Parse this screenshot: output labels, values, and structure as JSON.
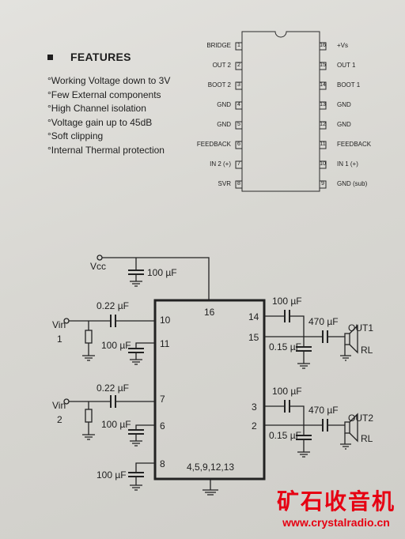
{
  "features": {
    "title": "FEATURES",
    "items": [
      "°Working Voltage down to 3V",
      "°Few External components",
      "°High Channel isolation",
      "°Voltage gain up to 45dB",
      "°Soft clipping",
      "°Internal Thermal protection"
    ]
  },
  "pinout": {
    "left_pins": [
      {
        "num": "1",
        "label": "BRIDGE"
      },
      {
        "num": "2",
        "label": "OUT 2"
      },
      {
        "num": "3",
        "label": "BOOT 2"
      },
      {
        "num": "4",
        "label": "GND"
      },
      {
        "num": "5",
        "label": "GND"
      },
      {
        "num": "6",
        "label": "FEEDBACK"
      },
      {
        "num": "7",
        "label": "IN 2 (+)"
      },
      {
        "num": "8",
        "label": "SVR"
      }
    ],
    "right_pins": [
      {
        "num": "16",
        "label": "+Vs"
      },
      {
        "num": "15",
        "label": "OUT 1"
      },
      {
        "num": "14",
        "label": "BOOT 1"
      },
      {
        "num": "13",
        "label": "GND"
      },
      {
        "num": "12",
        "label": "GND"
      },
      {
        "num": "11",
        "label": "FEEDBACK"
      },
      {
        "num": "10",
        "label": "IN 1 (+)"
      },
      {
        "num": "9",
        "label": "GND (sub)"
      }
    ]
  },
  "schematic": {
    "vcc": "Vcc",
    "cap_vcc": "100 µF",
    "vin1": "Vin",
    "vin1_num": "1",
    "vin2": "Vin",
    "vin2_num": "2",
    "c_in1": "0.22 µF",
    "c_in2": "0.22 µF",
    "c_fb1": "100 µF",
    "c_fb2": "100 µF",
    "c_svr": "100 µF",
    "c_boot1": "100 µF",
    "c_boot2": "100 µF",
    "c_out1": "470 µF",
    "c_out2": "470 µF",
    "c_zob1": "0.15 µF",
    "c_zob2": "0.15 µF",
    "out1": "OUT1",
    "out2": "OUT2",
    "rl1": "RL",
    "rl2": "RL",
    "pin16": "16",
    "pin10": "10",
    "pin11": "11",
    "pin7": "7",
    "pin6": "6",
    "pin8": "8",
    "pin14": "14",
    "pin15": "15",
    "pin3": "3",
    "pin2": "2",
    "gnd_pins": "4,5,9,12,13"
  },
  "watermark": {
    "cn": "矿石收音机",
    "url": "www.crystalradio.cn",
    "color": "#e60012"
  }
}
